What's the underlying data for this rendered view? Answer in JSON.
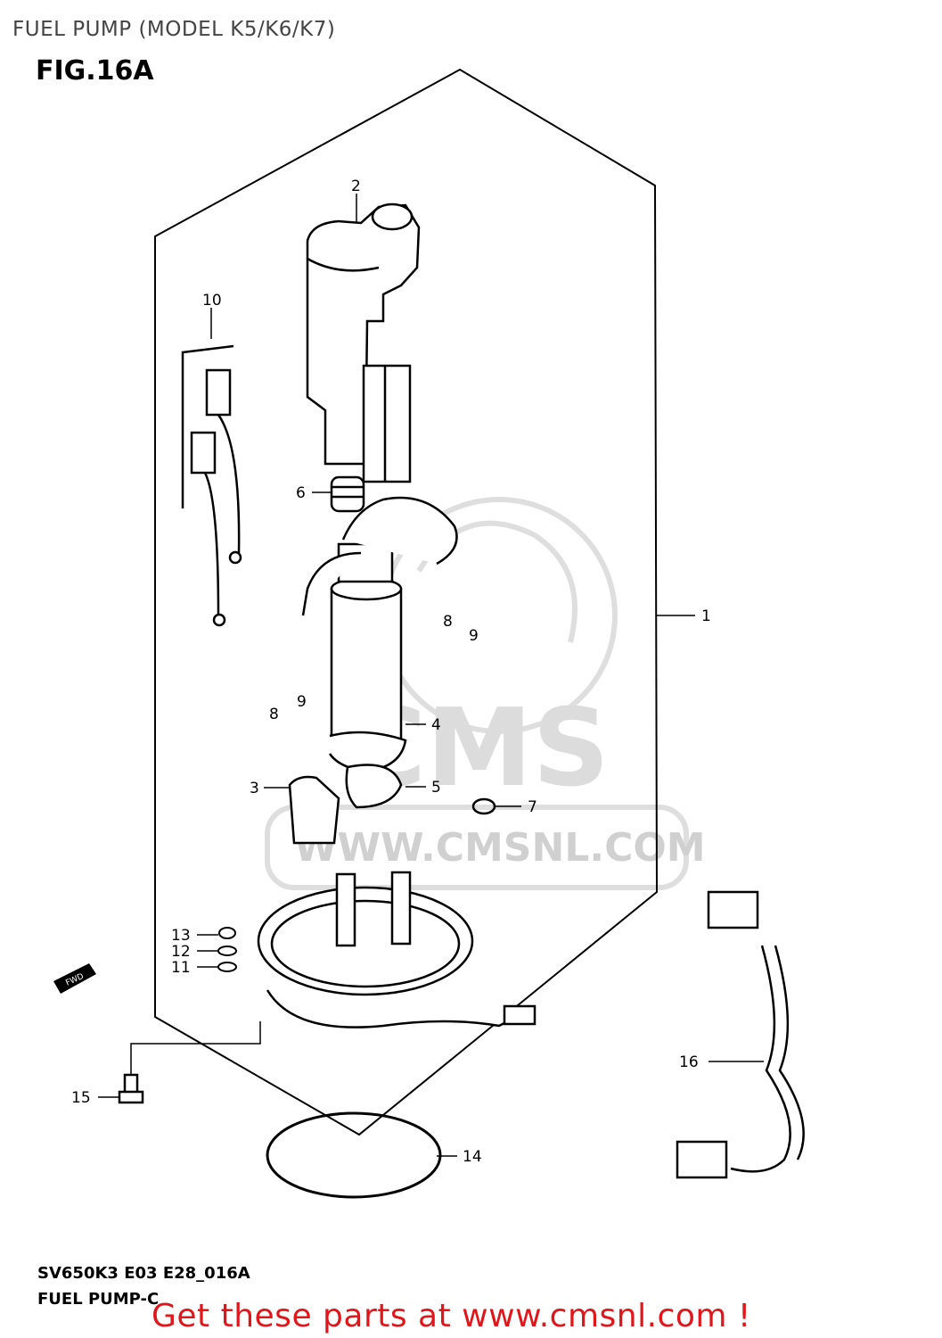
{
  "header": {
    "title": "FUEL PUMP (MODEL K5/K6/K7)",
    "figure": "FIG.16A"
  },
  "footer": {
    "code": "SV650K3 E03 E28_016A",
    "name": "FUEL PUMP-C",
    "promo": "Get these parts at www.cmsnl.com !"
  },
  "watermark": {
    "brand": "CMS",
    "url": "WWW.CMSNL.COM"
  },
  "direction_marker": "FWD",
  "parts": [
    {
      "ref": "1"
    },
    {
      "ref": "2"
    },
    {
      "ref": "3"
    },
    {
      "ref": "4"
    },
    {
      "ref": "5"
    },
    {
      "ref": "6"
    },
    {
      "ref": "7"
    },
    {
      "ref": "8"
    },
    {
      "ref": "9"
    },
    {
      "ref": "10"
    },
    {
      "ref": "11"
    },
    {
      "ref": "12"
    },
    {
      "ref": "13"
    },
    {
      "ref": "14"
    },
    {
      "ref": "15"
    },
    {
      "ref": "16"
    }
  ],
  "extra_labels": {
    "ref_8b": "8",
    "ref_9b": "9"
  },
  "colors": {
    "promo": "#e0161b",
    "watermark": "#dcdcdc",
    "line": "#000000"
  }
}
